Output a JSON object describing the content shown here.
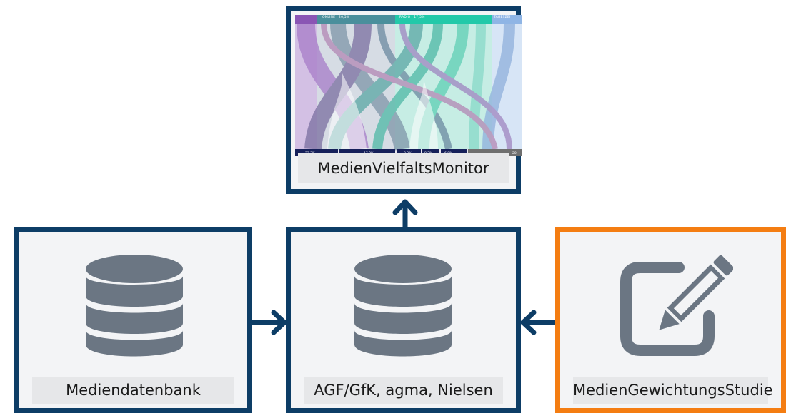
{
  "boxes": {
    "monitor": {
      "label": "MedienVielfaltsMonitor"
    },
    "mediendatenbank": {
      "label": "Mediendatenbank"
    },
    "agf": {
      "label": "AGF/GfK, agma, Nielsen"
    },
    "medien_gewichtungs_studie": {
      "label": "MedienGewichtungsStudie"
    }
  },
  "monitor_thumbnail": {
    "headers": [
      "ONLINE · 20,5%",
      "RADIO · 17,5%",
      "TAGESZEI"
    ],
    "values": [
      "22,3%",
      "17,0%",
      "8,3%",
      "8,2%",
      "6,8%",
      "20,"
    ]
  },
  "icons": {
    "mediendatenbank": "database-icon",
    "agf": "database-icon",
    "medien_gewichtungs_studie": "edit-icon"
  },
  "colors": {
    "border": "#0d3d66",
    "border_highlight": "#f47d12",
    "icon": "#6b7683",
    "box_background": "#f3f4f6"
  }
}
